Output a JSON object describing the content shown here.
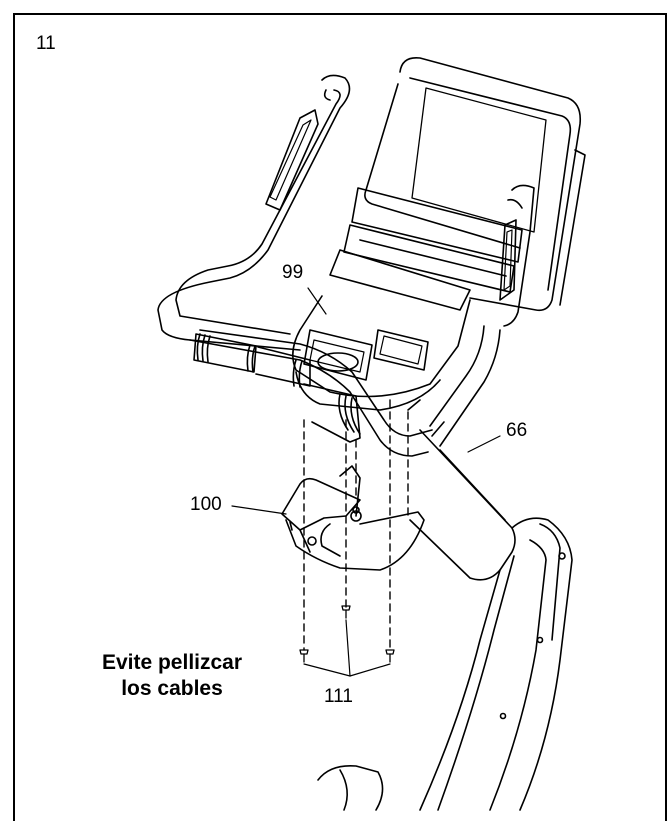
{
  "step": {
    "number": "11"
  },
  "callouts": {
    "part_99": "99",
    "part_100": "100",
    "part_66": "66",
    "part_111": "111"
  },
  "warning": {
    "line1": "Evite pellizcar",
    "line2": "los cables"
  },
  "colors": {
    "ink": "#000000",
    "paper": "#ffffff"
  }
}
